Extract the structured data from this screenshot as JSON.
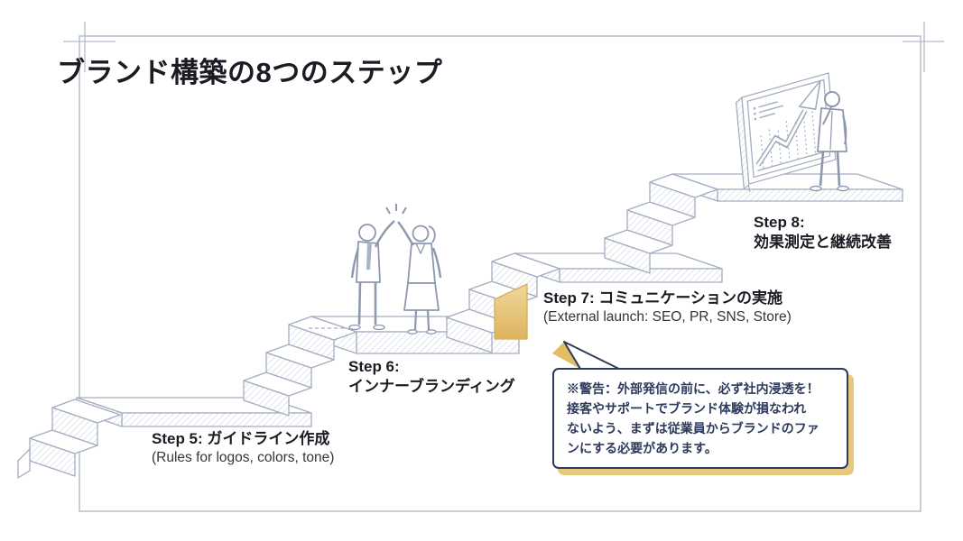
{
  "slide": {
    "title": "ブランド構築の8つのステップ"
  },
  "steps": {
    "step5": {
      "label": "Step 5: ガイドライン作成",
      "sub": "(Rules for logos, colors, tone)"
    },
    "step6": {
      "line1": "Step 6:",
      "line2": "インナーブランディング"
    },
    "step7": {
      "label": "Step 7: コミュニケーションの実施",
      "sub": "(External launch: SEO, PR, SNS, Store)"
    },
    "step8": {
      "line1": "Step 8:",
      "line2": "効果測定と継続改善"
    }
  },
  "warning": {
    "text": "※警告：外部発信の前に、必ず社内浸透を！\n接客やサポートでブランド体験が損なわれ\nないよう、まずは従業員からブランドのファ\nンにする必要があります。"
  },
  "illustration": {
    "icons": [
      "staircase-illustration",
      "high-five-people-icon",
      "growth-chart-board-icon",
      "thinking-person-icon",
      "highlight-wedge",
      "speech-bubble-tail-icon",
      "sparkle-icon"
    ]
  },
  "colors": {
    "line": "#a3adc0",
    "hatch": "#ccd3de",
    "text_dark": "#1b1b24",
    "warning_navy": "#2e3a5c",
    "shadow_tan": "#e6c87f",
    "wedge_gold": "#e8c87f"
  }
}
